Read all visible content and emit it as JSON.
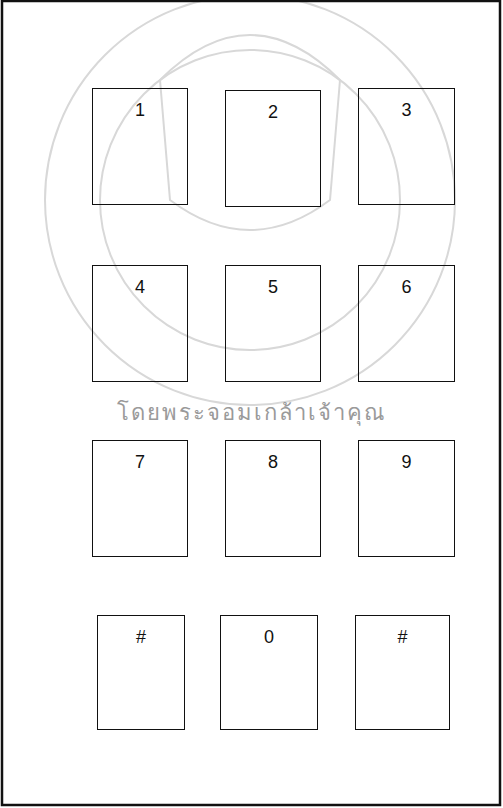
{
  "diagram": {
    "nodes": [
      {
        "text": [
          "1"
        ]
      },
      {
        "text": [
          "2"
        ]
      },
      {
        "text": [
          "3"
        ]
      },
      {
        "text": [
          "4"
        ]
      },
      {
        "text": [
          "5"
        ]
      },
      {
        "text": [
          "6"
        ]
      },
      {
        "text": [
          "7"
        ]
      },
      {
        "text": [
          "8"
        ]
      },
      {
        "text": [
          "9"
        ]
      },
      {
        "text": [
          "#"
        ]
      },
      {
        "text": [
          "0"
        ]
      },
      {
        "text": [
          "#"
        ]
      }
    ],
    "labels": [
      "โดยพระจอมเกล้าเจ้าคุณ"
    ]
  }
}
